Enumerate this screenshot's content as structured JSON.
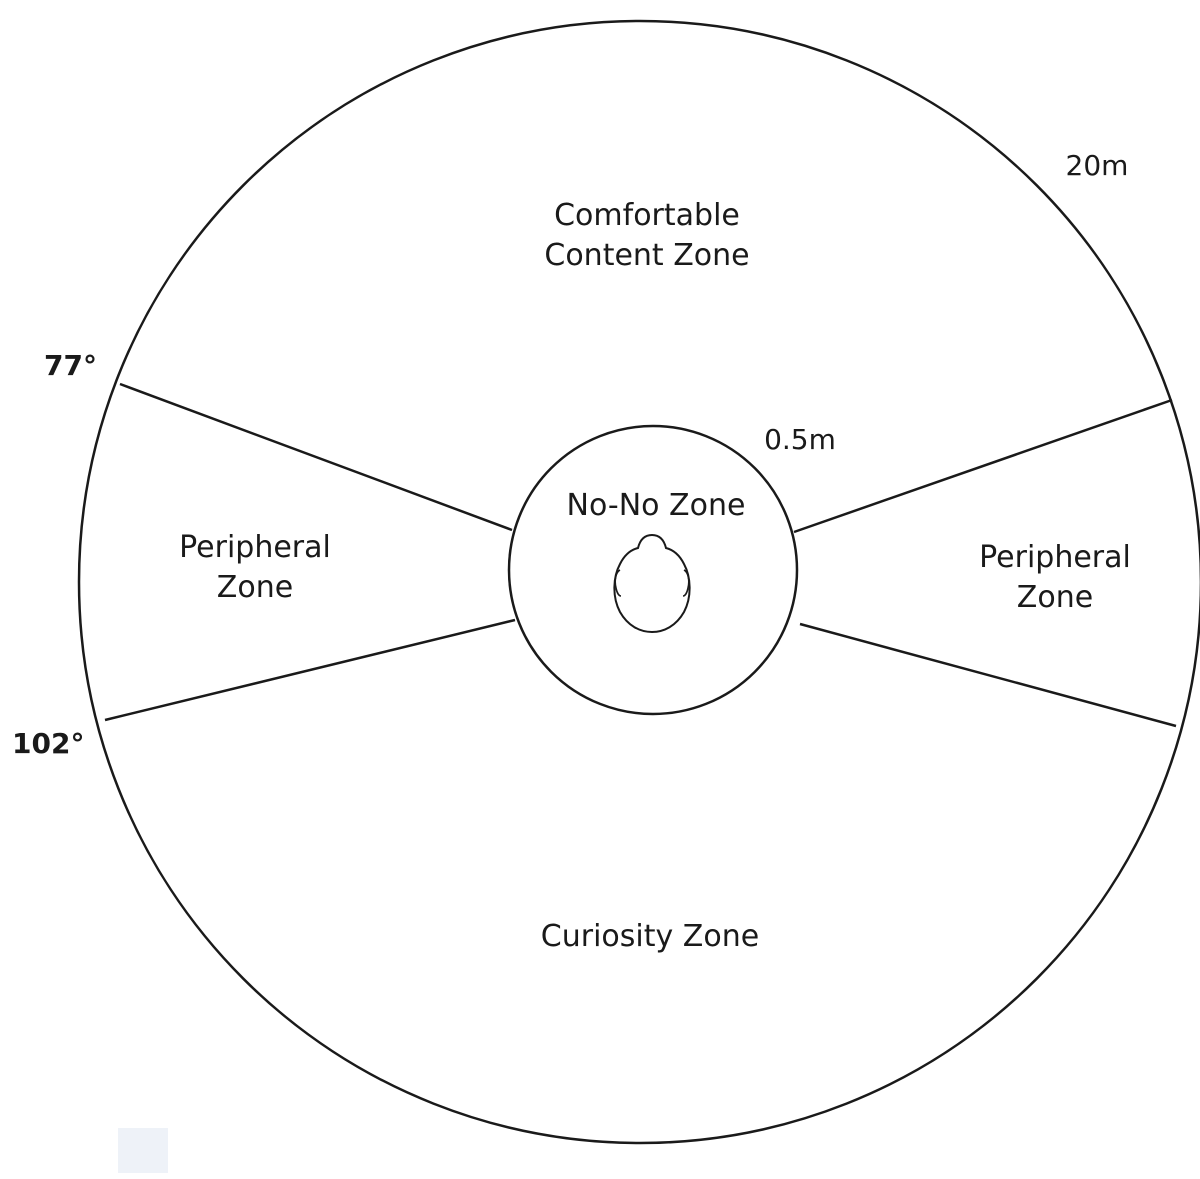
{
  "zones": {
    "comfortable": {
      "line1": "Comfortable",
      "line2": "Content Zone"
    },
    "peripheral_left": {
      "line1": "Peripheral",
      "line2": "Zone"
    },
    "peripheral_right": {
      "line1": "Peripheral",
      "line2": "Zone"
    },
    "no_no": "No-No Zone",
    "curiosity": "Curiosity Zone"
  },
  "distances": {
    "outer": "20m",
    "inner": "0.5m"
  },
  "angles": {
    "upper": "77°",
    "lower": "102°"
  },
  "icons": {
    "viewer": "head-top-view-icon"
  },
  "colors": {
    "line": "#1a1a1a",
    "background": "#ffffff"
  }
}
